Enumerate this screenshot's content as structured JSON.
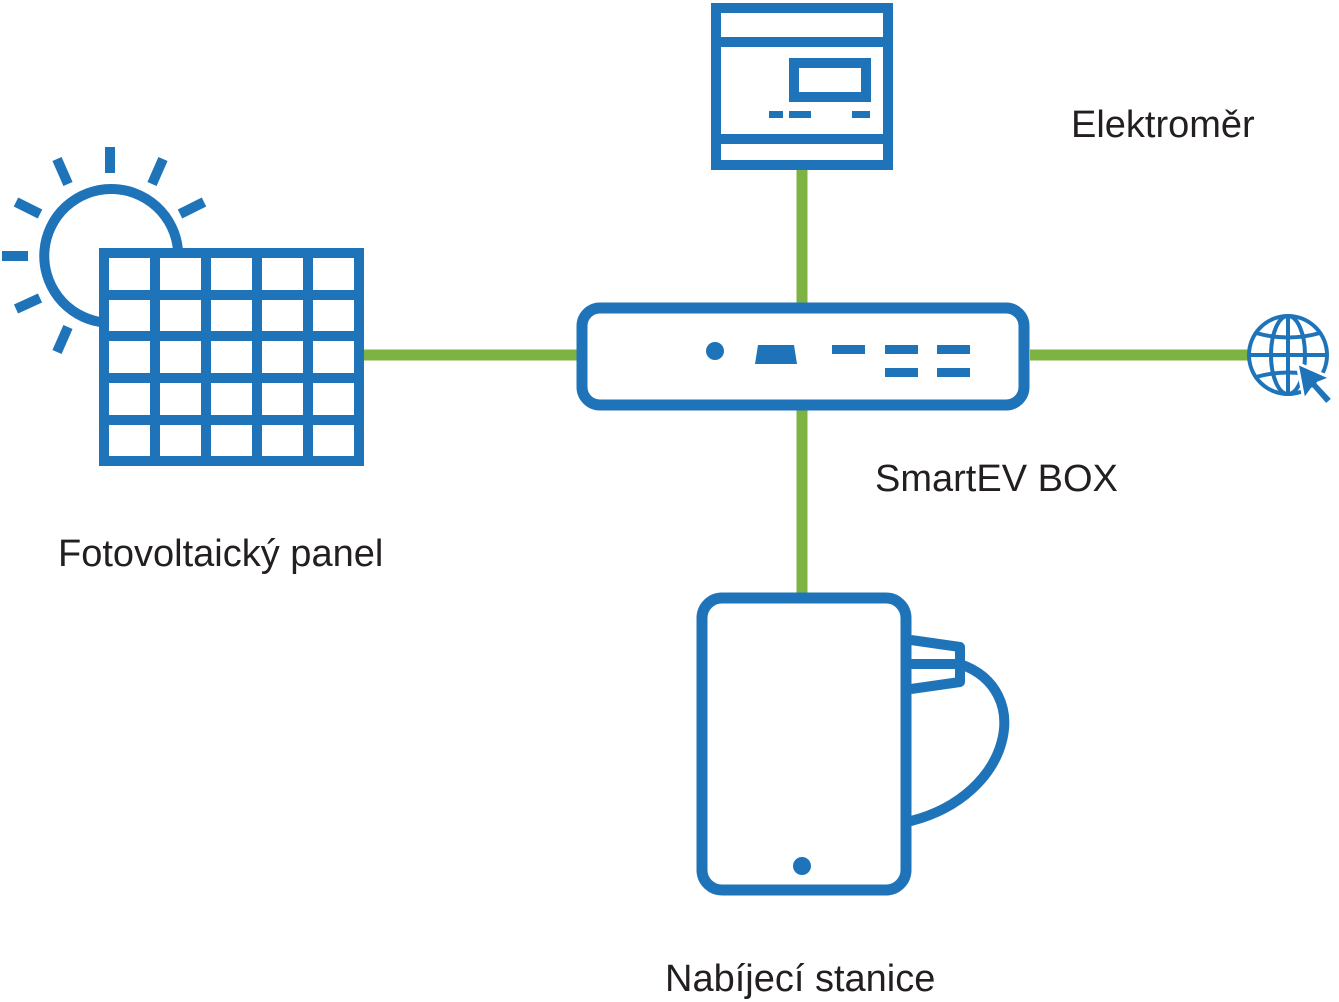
{
  "colors": {
    "icon_blue": "#1f74b9",
    "connector_green": "#7cb342",
    "text": "#231f20"
  },
  "nodes": {
    "solar_panel": {
      "label": "Fotovoltaický panel",
      "icon": "solar-panel-icon"
    },
    "meter": {
      "label": "Elektroměr",
      "icon": "electricity-meter-icon"
    },
    "smartev_box": {
      "label": "SmartEV BOX",
      "icon": "router-box-icon"
    },
    "internet": {
      "label": "",
      "icon": "globe-cursor-icon"
    },
    "charging_station": {
      "label": "Nabíjecí stanice",
      "icon": "charging-station-icon"
    }
  }
}
